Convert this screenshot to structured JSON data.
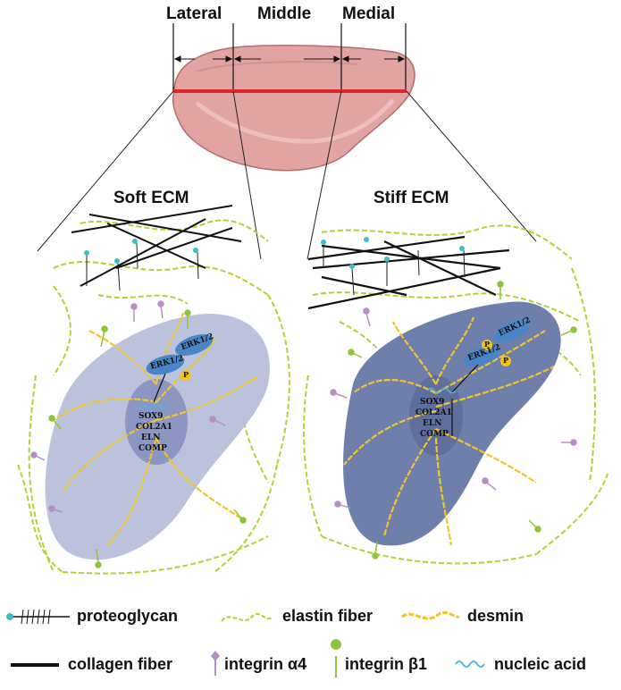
{
  "regions": {
    "lateral": "Lateral",
    "middle": "Middle",
    "medial": "Medial"
  },
  "panels": {
    "soft": {
      "title": "Soft ECM",
      "erk_top": "ERK1/2",
      "erk_bottom": "ERK1/2",
      "p": "P",
      "genes": [
        "SOX9",
        "COL2A1",
        "ELN",
        "COMP"
      ]
    },
    "stiff": {
      "title": "Stiff ECM",
      "erk_top": "ERK1/2",
      "erk_bottom": "ERK1/2",
      "p": "P",
      "genes": [
        "SOX9",
        "COL2A1",
        "ELN",
        "COMP"
      ]
    }
  },
  "legend": {
    "proteoglycan": "proteoglycan",
    "elastin_fiber": "elastin fiber",
    "desmin": "desmin",
    "collagen_fiber": "collagen fiber",
    "integrin_a4": "integrin α4",
    "integrin_b1": "integrin β1",
    "nucleic_acid": "nucleic acid"
  },
  "colors": {
    "meniscus": "#e2a3a3",
    "cut_line": "#e0262b",
    "soft_cell": "#b7bfd9",
    "stiff_cell": "#6f7fab",
    "nucleus": "#8b96c2",
    "erk": "#4a86c7",
    "phospho": "#f3c21a",
    "elastin": "#b5cf3a",
    "desmin": "#f0c52a",
    "integrin_a4": "#b88fc4",
    "integrin_b1": "#8fc43c",
    "proteoglycan_head": "#3bbfc2",
    "nucleic_acid": "#4fb6e6"
  }
}
